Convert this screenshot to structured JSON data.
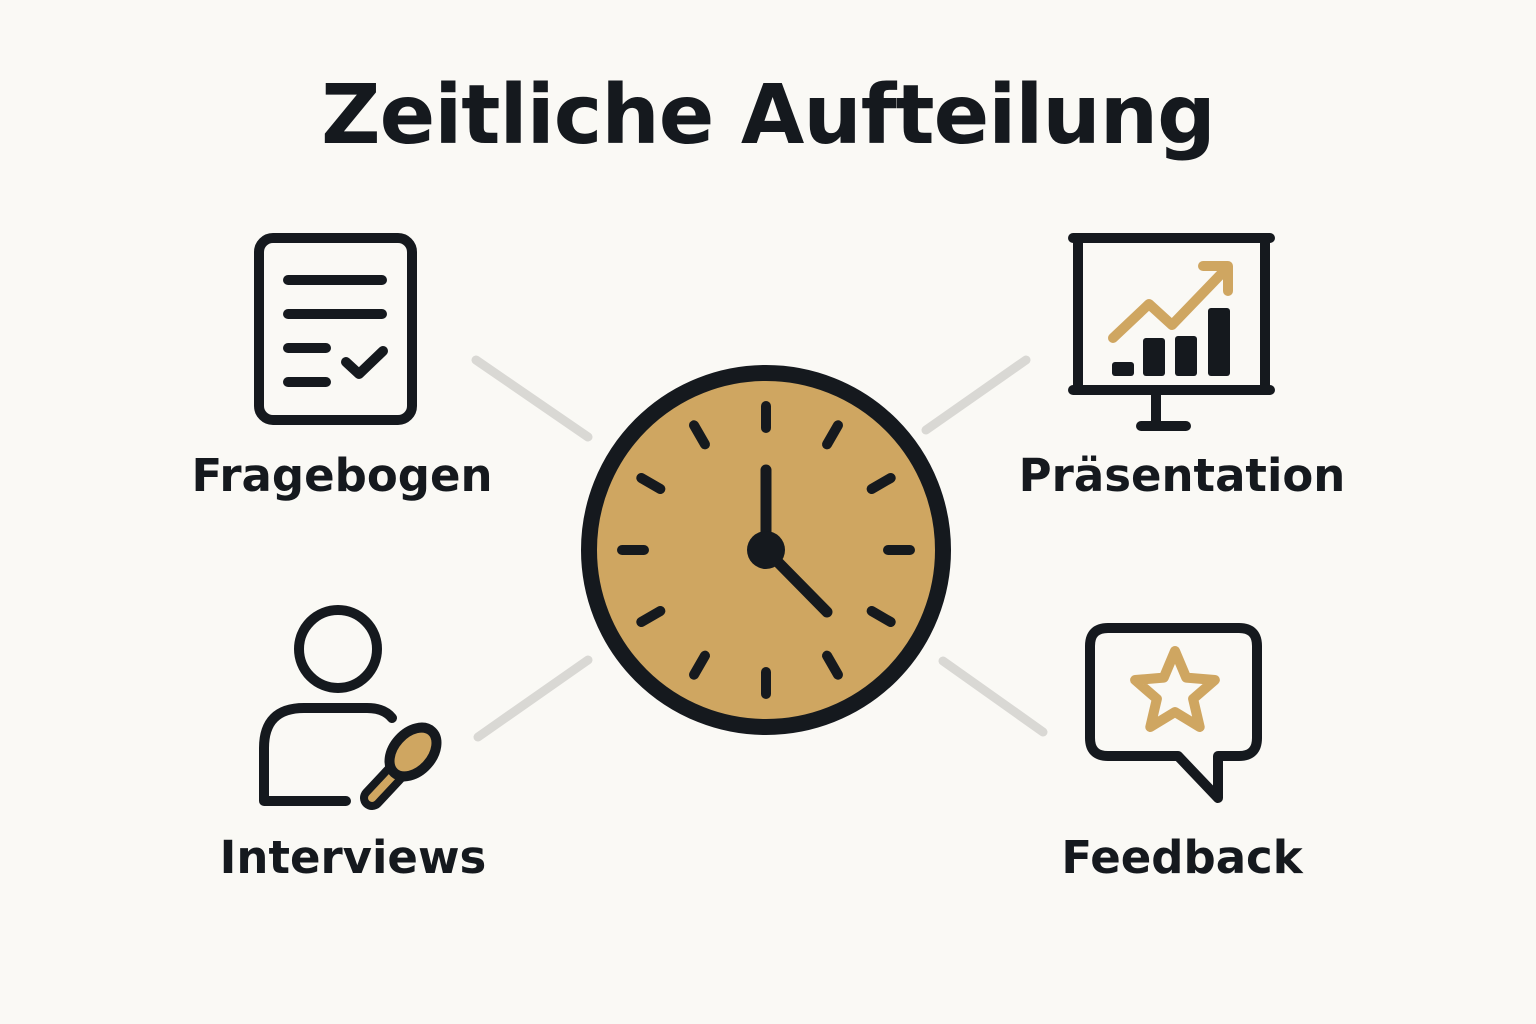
{
  "title": "Zeitliche Aufteilung",
  "colors": {
    "background": "#faf9f5",
    "ink": "#15191e",
    "accent": "#cfa661",
    "connector": "#d9d8d4"
  },
  "center": {
    "icon": "clock-icon"
  },
  "items": [
    {
      "label": "Fragebogen",
      "icon": "questionnaire-icon"
    },
    {
      "label": "Präsentation",
      "icon": "presentation-chart-icon"
    },
    {
      "label": "Interviews",
      "icon": "interview-microphone-icon"
    },
    {
      "label": "Feedback",
      "icon": "feedback-star-icon"
    }
  ]
}
